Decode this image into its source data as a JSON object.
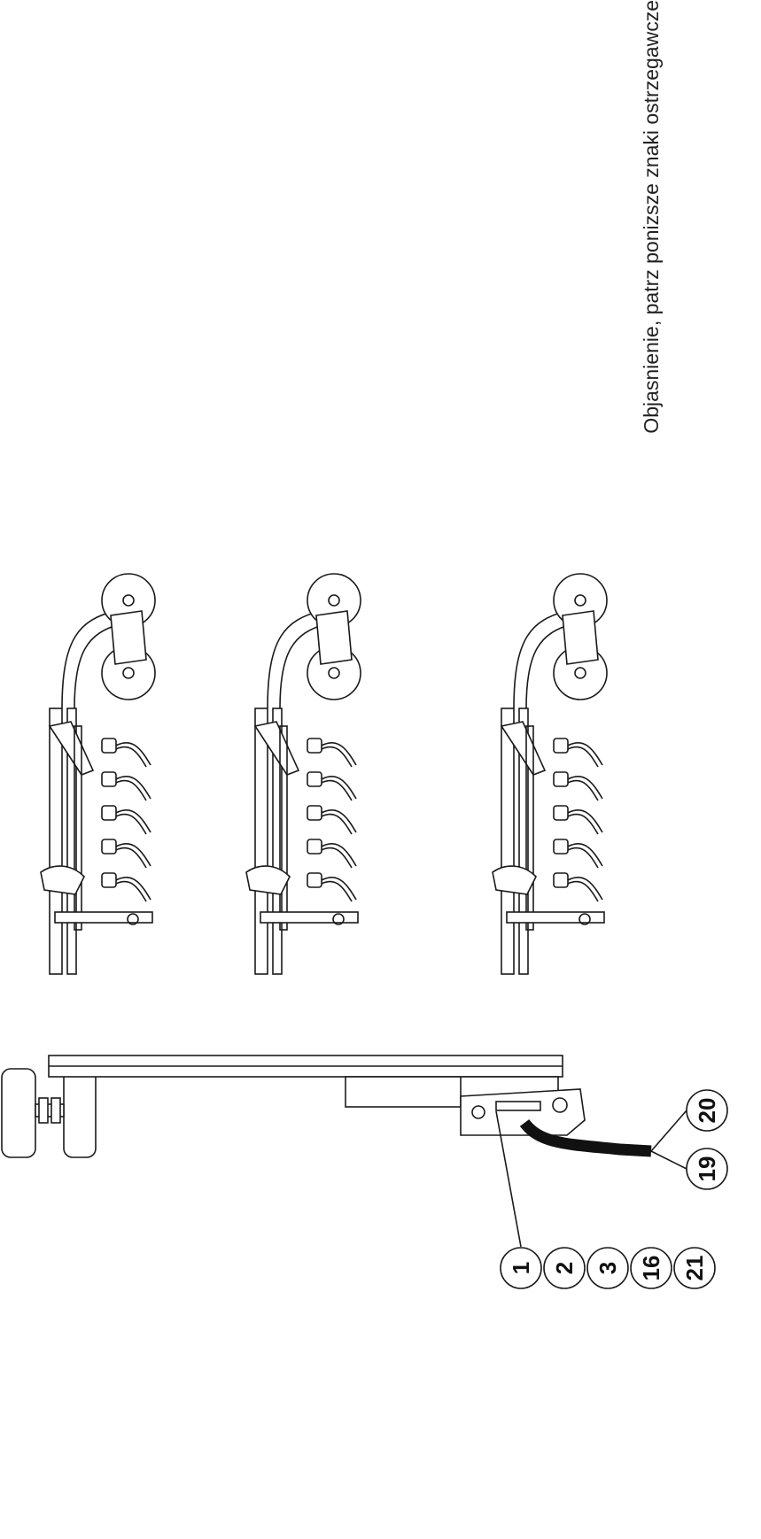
{
  "caption": "Objasnienie, patrz ponizsze znaki ostrzegawcze",
  "callouts": [
    "1",
    "2",
    "3",
    "16",
    "21",
    "19",
    "20"
  ]
}
